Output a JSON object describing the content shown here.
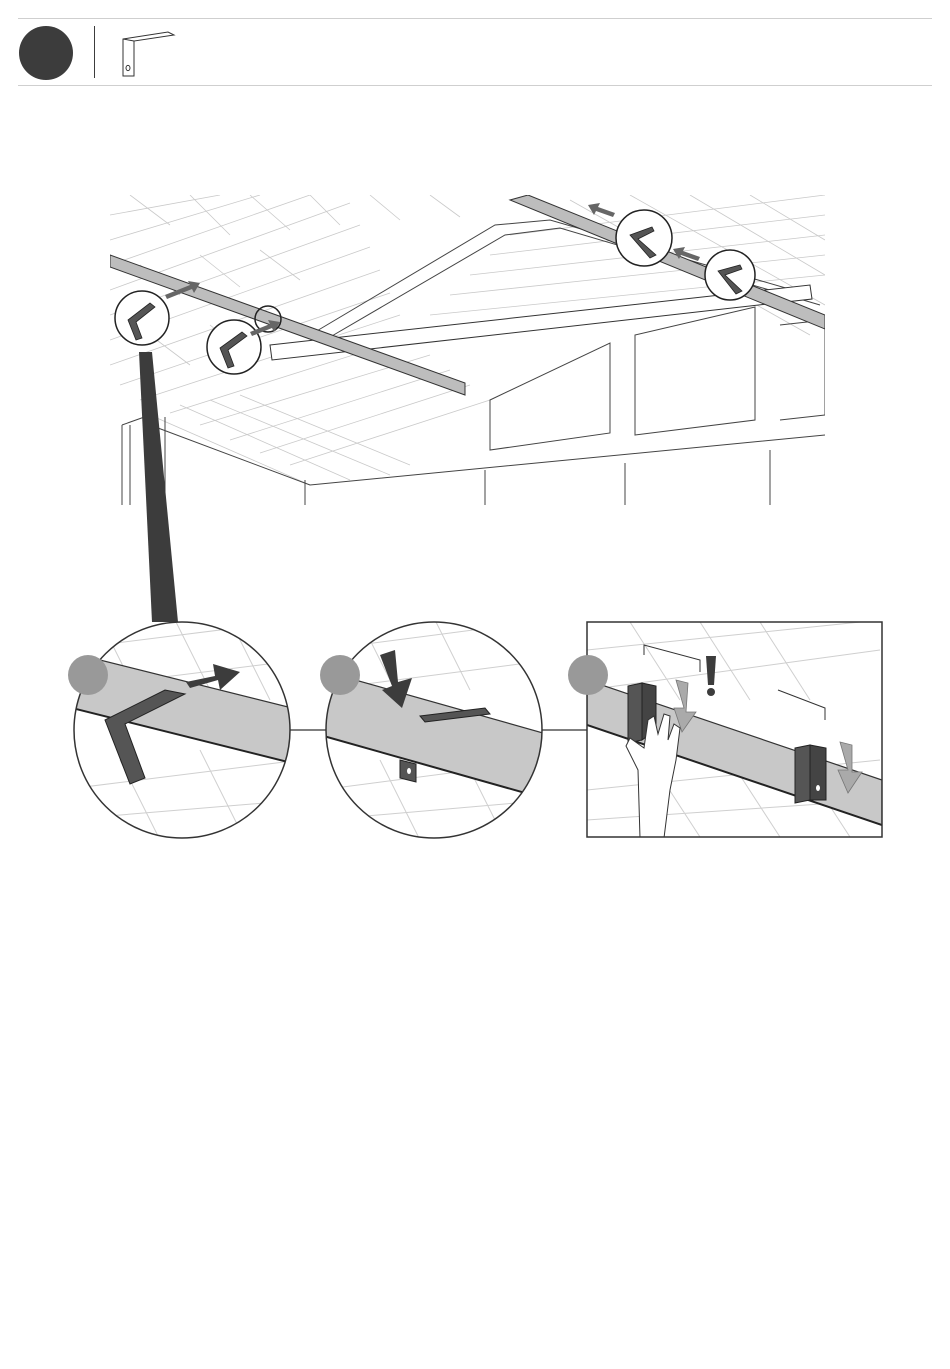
{
  "header": {
    "step_badge_icon": "filled-step-circle",
    "part_icon": "angle-bracket-icon"
  },
  "main_illustration": {
    "subject": "roof-ridge-beam-with-brackets",
    "icons": [
      "angle-bracket-icon",
      "push-arrow-icon"
    ]
  },
  "detail_panels": [
    {
      "badge_icon": "sub-step-circle",
      "shape": "circle",
      "action_icon": "slide-right-arrow-icon"
    },
    {
      "badge_icon": "sub-step-circle",
      "shape": "circle",
      "action_icon": "press-down-arrow-icon"
    },
    {
      "badge_icon": "sub-step-circle",
      "shape": "rectangle",
      "action_icon": "press-down-arrow-icon",
      "warning_label": "!"
    }
  ],
  "colors": {
    "badge_dark": "#3c3c3c",
    "badge_grey": "#999999",
    "beam_fill": "#c8c8c8",
    "bracket_dark": "#555555",
    "line": "#333333"
  }
}
